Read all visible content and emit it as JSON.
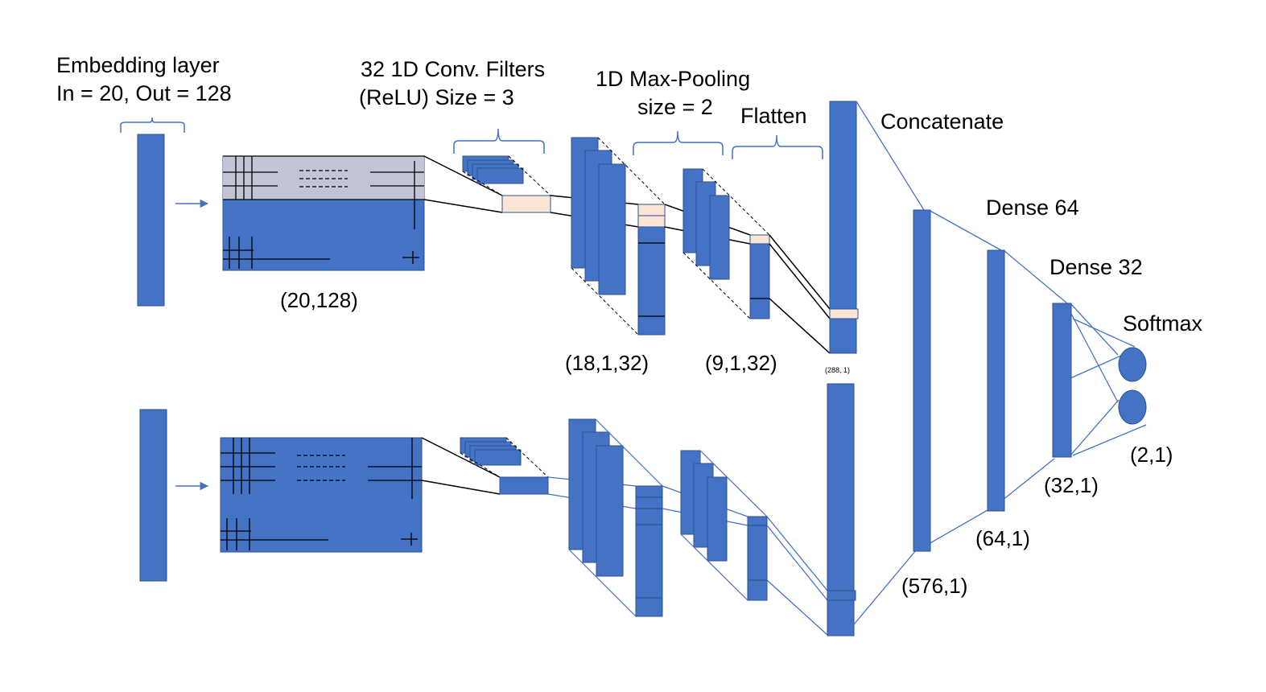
{
  "colors": {
    "block": "#4472C4",
    "block_edge": "#2F528F",
    "highlight": "#FBE5D6",
    "overlay": "#C9C9D6",
    "line": "#000000",
    "connector": "#4472C4"
  },
  "labels": {
    "embedding_title": "Embedding layer",
    "embedding_params": "In = 20, Out = 128",
    "conv_title": "32 1D Conv. Filters",
    "conv_params": "(ReLU) Size = 3",
    "pool_title": "1D Max-Pooling",
    "pool_params": "size = 2",
    "flatten": "Flatten",
    "concatenate": "Concatenate",
    "dense64": "Dense 64",
    "dense32": "Dense 32",
    "softmax": "Softmax"
  },
  "shapes": {
    "embedding_matrix": "(20,128)",
    "conv_output": "(18,1,32)",
    "pool_output": "(9,1,32)",
    "flatten_output": "(288, 1)",
    "concat_output": "(576,1)",
    "dense64_output": "(64,1)",
    "dense32_output": "(32,1)",
    "softmax_output": "(2,1)"
  }
}
